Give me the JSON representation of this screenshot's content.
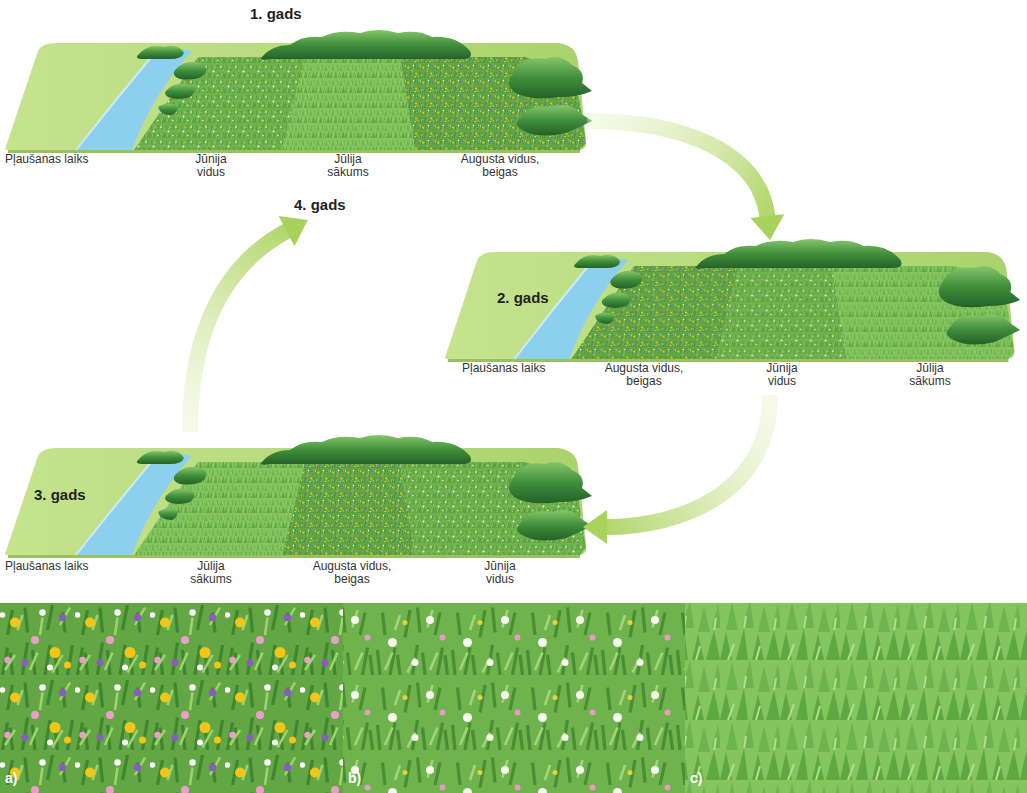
{
  "diagram": {
    "nodes": [
      {
        "text": [
          "1. gads"
        ]
      },
      {
        "text": [
          "2. gads"
        ]
      },
      {
        "text": [
          "3. gads"
        ]
      },
      {
        "text": [
          "4. gads"
        ]
      }
    ],
    "edges": [
      {
        "from": 0,
        "to": 1,
        "arrow": "to"
      },
      {
        "from": 1,
        "to": 2,
        "arrow": "to"
      },
      {
        "from": 2,
        "to": 3,
        "arrow": "to"
      }
    ],
    "labels": [
      "Pļaušanas laiks",
      "Jūnija vidus",
      "Jūlija sākums",
      "Augusta vidus, beigas",
      "Pļaušanas laiks",
      "Augusta vidus, beigas",
      "Jūnija vidus",
      "Jūlija sākums",
      "Pļaušanas laiks",
      "Jūlija sākums",
      "Augusta vidus, beigas",
      "Jūnija vidus",
      "a)",
      "b)",
      "c)"
    ]
  }
}
